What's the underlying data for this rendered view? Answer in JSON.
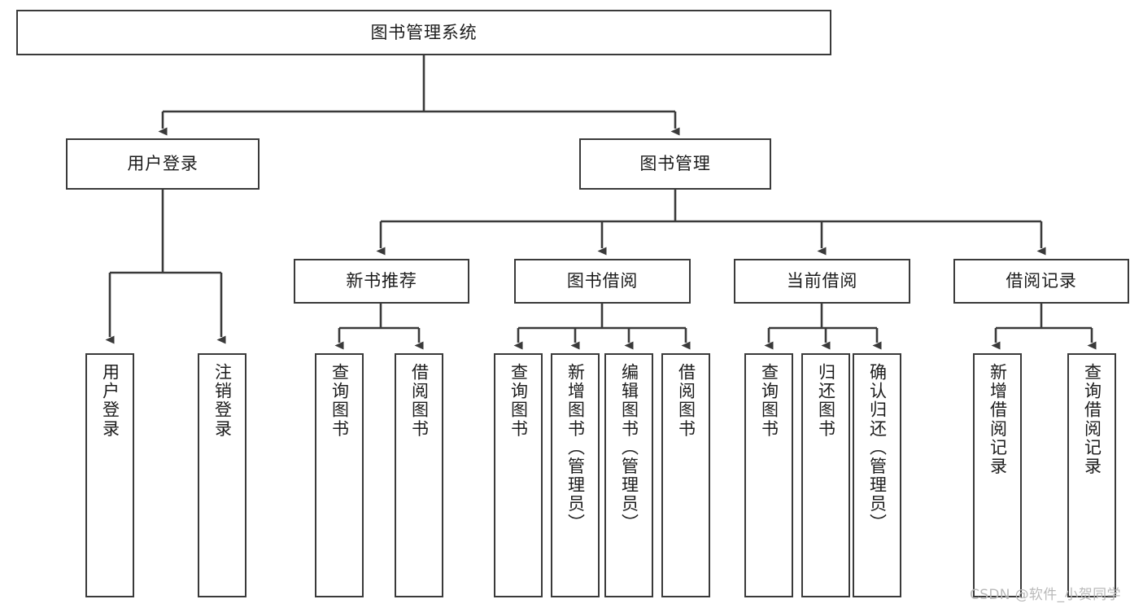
{
  "diagram": {
    "title": "图书管理系统",
    "watermark": "CSDN @软件_小贺同学",
    "colors": {
      "stroke": "#3a3a3a",
      "fill": "#ffffff",
      "text": "#1c1c1c",
      "watermark": "#b9b9b9"
    },
    "nodes": {
      "root": "图书管理系统",
      "user_login": "用户登录",
      "book_manage": "图书管理",
      "new_book_rec": "新书推荐",
      "book_borrow": "图书借阅",
      "current_borrow": "当前借阅",
      "borrow_record": "借阅记录",
      "leaf_user_login": "用户登录",
      "leaf_user_logout": "注销登录",
      "leaf_rec_query": "查询图书",
      "leaf_rec_borrow": "借阅图书",
      "leaf_borrow_query": "查询图书",
      "leaf_borrow_add": "新增图书（管理员）",
      "leaf_borrow_edit": "编辑图书（管理员）",
      "leaf_borrow_lend": "借阅图书",
      "leaf_cur_query": "查询图书",
      "leaf_cur_return": "归还图书",
      "leaf_cur_confirm": "确认归还（管理员）",
      "leaf_rec_add": "新增借阅记录",
      "leaf_rec_search": "查询借阅记录"
    },
    "tree": {
      "level1": [
        "图书管理系统"
      ],
      "level2": [
        "用户登录",
        "图书管理"
      ],
      "level3": [
        "新书推荐",
        "图书借阅",
        "当前借阅",
        "借阅记录"
      ],
      "leaves": {
        "用户登录": [
          "用户登录",
          "注销登录"
        ],
        "新书推荐": [
          "查询图书",
          "借阅图书"
        ],
        "图书借阅": [
          "查询图书",
          "新增图书（管理员）",
          "编辑图书（管理员）",
          "借阅图书"
        ],
        "当前借阅": [
          "查询图书",
          "归还图书",
          "确认归还（管理员）"
        ],
        "借阅记录": [
          "新增借阅记录",
          "查询借阅记录"
        ]
      }
    }
  }
}
